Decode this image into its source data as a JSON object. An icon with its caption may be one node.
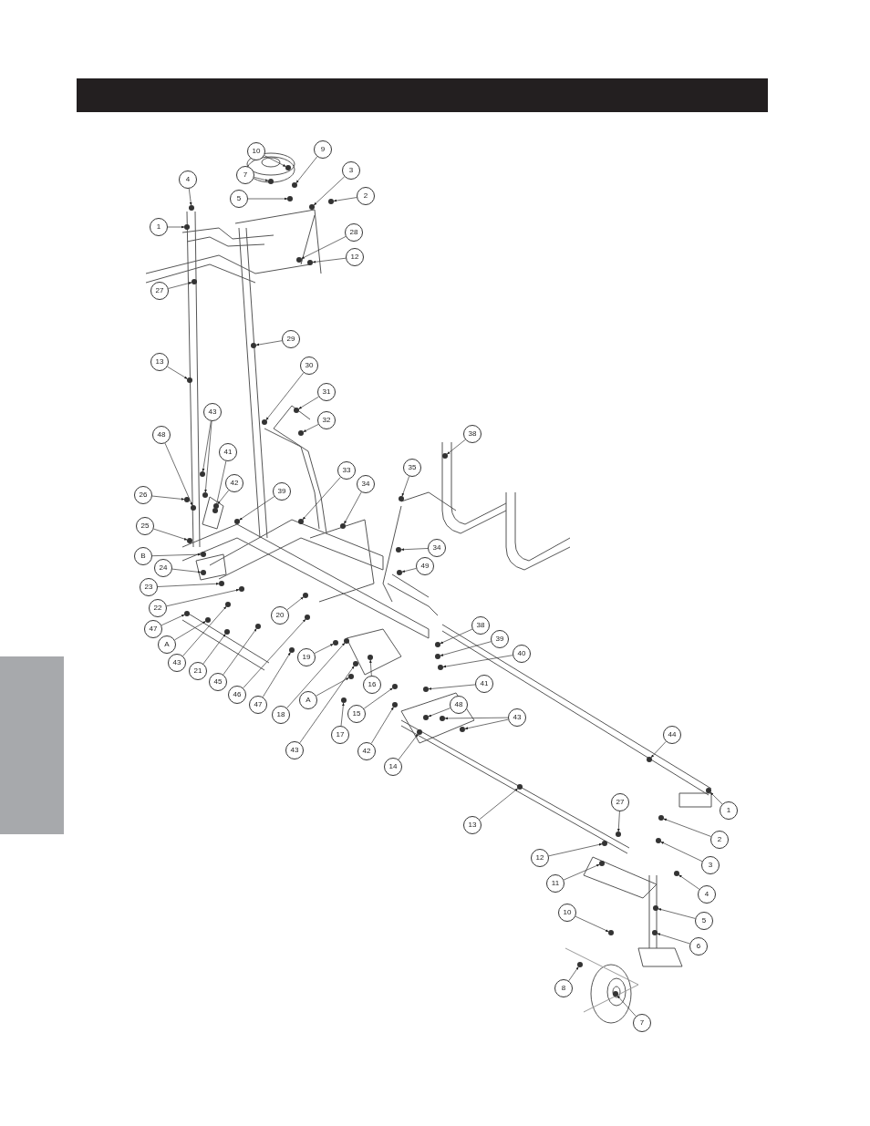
{
  "diagram": {
    "nodes": [
      {
        "text": [
          "10"
        ]
      },
      {
        "text": [
          "9"
        ]
      },
      {
        "text": [
          "7"
        ]
      },
      {
        "text": [
          "3"
        ]
      },
      {
        "text": [
          "5"
        ]
      },
      {
        "text": [
          "2"
        ]
      },
      {
        "text": [
          "4"
        ]
      },
      {
        "text": [
          "1"
        ]
      },
      {
        "text": [
          "28"
        ]
      },
      {
        "text": [
          "12"
        ]
      },
      {
        "text": [
          "27"
        ]
      },
      {
        "text": [
          "29"
        ]
      },
      {
        "text": [
          "13"
        ]
      },
      {
        "text": [
          "30"
        ]
      },
      {
        "text": [
          "31"
        ]
      },
      {
        "text": [
          "32"
        ]
      },
      {
        "text": [
          "43"
        ]
      },
      {
        "text": [
          "48"
        ]
      },
      {
        "text": [
          "41"
        ]
      },
      {
        "text": [
          "26"
        ]
      },
      {
        "text": [
          "42"
        ]
      },
      {
        "text": [
          "39"
        ]
      },
      {
        "text": [
          "33"
        ]
      },
      {
        "text": [
          "34"
        ]
      },
      {
        "text": [
          "35"
        ]
      },
      {
        "text": [
          "38"
        ]
      },
      {
        "text": [
          "25"
        ]
      },
      {
        "text": [
          "B"
        ]
      },
      {
        "text": [
          "34"
        ]
      },
      {
        "text": [
          "24"
        ]
      },
      {
        "text": [
          "49"
        ]
      },
      {
        "text": [
          "23"
        ]
      },
      {
        "text": [
          "22"
        ]
      },
      {
        "text": [
          "20"
        ]
      },
      {
        "text": [
          "47"
        ]
      },
      {
        "text": [
          "38"
        ]
      },
      {
        "text": [
          "39"
        ]
      },
      {
        "text": [
          "A"
        ]
      },
      {
        "text": [
          "40"
        ]
      },
      {
        "text": [
          "19"
        ]
      },
      {
        "text": [
          "43"
        ]
      },
      {
        "text": [
          "21"
        ]
      },
      {
        "text": [
          "45"
        ]
      },
      {
        "text": [
          "41"
        ]
      },
      {
        "text": [
          "16"
        ]
      },
      {
        "text": [
          "46"
        ]
      },
      {
        "text": [
          "A"
        ]
      },
      {
        "text": [
          "47"
        ]
      },
      {
        "text": [
          "48"
        ]
      },
      {
        "text": [
          "15"
        ]
      },
      {
        "text": [
          "18"
        ]
      },
      {
        "text": [
          "43"
        ]
      },
      {
        "text": [
          "17"
        ]
      },
      {
        "text": [
          "43"
        ]
      },
      {
        "text": [
          "42"
        ]
      },
      {
        "text": [
          "44"
        ]
      },
      {
        "text": [
          "14"
        ]
      },
      {
        "text": [
          "27"
        ]
      },
      {
        "text": [
          "1"
        ]
      },
      {
        "text": [
          "13"
        ]
      },
      {
        "text": [
          "2"
        ]
      },
      {
        "text": [
          "12"
        ]
      },
      {
        "text": [
          "3"
        ]
      },
      {
        "text": [
          "11"
        ]
      },
      {
        "text": [
          "4"
        ]
      },
      {
        "text": [
          "10"
        ]
      },
      {
        "text": [
          "5"
        ]
      },
      {
        "text": [
          "6"
        ]
      },
      {
        "text": [
          "8"
        ]
      },
      {
        "text": [
          "7"
        ]
      },
      {
        "text": [],
        "shape": "circle"
      },
      {
        "text": [],
        "shape": "circle"
      },
      {
        "text": [],
        "shape": "circle"
      },
      {
        "text": [],
        "shape": "circle"
      },
      {
        "text": [],
        "shape": "circle"
      },
      {
        "text": [],
        "shape": "circle"
      },
      {
        "text": [],
        "shape": "circle"
      },
      {
        "text": [],
        "shape": "circle"
      },
      {
        "text": [],
        "shape": "circle"
      },
      {
        "text": [],
        "shape": "circle"
      },
      {
        "text": [],
        "shape": "circle"
      },
      {
        "text": [],
        "shape": "circle"
      },
      {
        "text": [],
        "shape": "circle"
      },
      {
        "text": [],
        "shape": "circle"
      },
      {
        "text": [],
        "shape": "circle"
      },
      {
        "text": [],
        "shape": "circle"
      },
      {
        "text": [],
        "shape": "circle"
      },
      {
        "text": [],
        "shape": "circle"
      },
      {
        "text": [],
        "shape": "circle"
      },
      {
        "text": [],
        "shape": "circle"
      },
      {
        "text": [],
        "shape": "circle"
      },
      {
        "text": [],
        "shape": "circle"
      },
      {
        "text": [],
        "shape": "circle"
      },
      {
        "text": [],
        "shape": "circle"
      },
      {
        "text": [],
        "shape": "circle"
      },
      {
        "text": [],
        "shape": "circle"
      },
      {
        "text": [],
        "shape": "circle"
      },
      {
        "text": [],
        "shape": "circle"
      },
      {
        "text": [],
        "shape": "circle"
      },
      {
        "text": [],
        "shape": "circle"
      },
      {
        "text": [],
        "shape": "circle"
      },
      {
        "text": [],
        "shape": "circle"
      },
      {
        "text": [],
        "shape": "circle"
      },
      {
        "text": [],
        "shape": "circle"
      },
      {
        "text": [],
        "shape": "circle"
      },
      {
        "text": [],
        "shape": "circle"
      },
      {
        "text": [],
        "shape": "circle"
      },
      {
        "text": [],
        "shape": "circle"
      },
      {
        "text": [],
        "shape": "circle"
      },
      {
        "text": [],
        "shape": "circle"
      },
      {
        "text": [],
        "shape": "circle"
      },
      {
        "text": [],
        "shape": "circle"
      },
      {
        "text": [],
        "shape": "circle"
      },
      {
        "text": [],
        "shape": "circle"
      },
      {
        "text": [],
        "shape": "circle"
      },
      {
        "text": [],
        "shape": "circle"
      },
      {
        "text": [],
        "shape": "circle"
      },
      {
        "text": [],
        "shape": "circle"
      },
      {
        "text": [],
        "shape": "circle"
      },
      {
        "text": [],
        "shape": "circle"
      },
      {
        "text": [],
        "shape": "circle"
      },
      {
        "text": [],
        "shape": "circle"
      },
      {
        "text": [],
        "shape": "circle"
      },
      {
        "text": [],
        "shape": "circle"
      },
      {
        "text": [],
        "shape": "circle"
      },
      {
        "text": [],
        "shape": "circle"
      },
      {
        "text": [],
        "shape": "circle"
      },
      {
        "text": [],
        "shape": "circle"
      },
      {
        "text": [],
        "shape": "circle"
      },
      {
        "text": [],
        "shape": "circle"
      },
      {
        "text": [],
        "shape": "circle"
      },
      {
        "text": [],
        "shape": "circle"
      },
      {
        "text": [],
        "shape": "circle"
      },
      {
        "text": [],
        "shape": "circle"
      },
      {
        "text": [],
        "shape": "circle"
      },
      {
        "text": [],
        "shape": "circle"
      },
      {
        "text": [],
        "shape": "circle"
      },
      {
        "text": [],
        "shape": "circle"
      },
      {
        "text": [],
        "shape": "circle"
      },
      {
        "text": [],
        "shape": "circle"
      },
      {
        "text": [],
        "shape": "circle"
      },
      {
        "text": [],
        "shape": "circle"
      },
      {
        "text": [],
        "shape": "box"
      }
    ],
    "edges": [
      {
        "from": 0,
        "to": 70,
        "arrow": "to"
      },
      {
        "from": 1,
        "to": 71,
        "arrow": "to"
      },
      {
        "from": 2,
        "to": 72,
        "arrow": "to"
      },
      {
        "from": 3,
        "to": 73,
        "arrow": "to"
      },
      {
        "from": 4,
        "to": 74,
        "arrow": "to"
      },
      {
        "from": 5,
        "to": 75,
        "arrow": "to"
      },
      {
        "from": 6,
        "to": 76,
        "arrow": "to"
      },
      {
        "from": 7,
        "to": 77,
        "arrow": "to"
      },
      {
        "from": 8,
        "to": 78,
        "arrow": "to"
      },
      {
        "from": 9,
        "to": 79,
        "arrow": "to"
      },
      {
        "from": 10,
        "to": 80,
        "arrow": "to"
      },
      {
        "from": 11,
        "to": 81,
        "arrow": "to"
      },
      {
        "from": 12,
        "to": 82,
        "arrow": "to"
      },
      {
        "from": 13,
        "to": 83,
        "arrow": "to"
      },
      {
        "from": 14,
        "to": 84,
        "arrow": "to"
      },
      {
        "from": 15,
        "to": 85,
        "arrow": "to"
      },
      {
        "from": 16,
        "to": 86,
        "arrow": "to"
      },
      {
        "from": 16,
        "to": 87,
        "arrow": "to"
      },
      {
        "from": 17,
        "to": 88,
        "arrow": "to"
      },
      {
        "from": 18,
        "to": 89,
        "arrow": "to"
      },
      {
        "from": 19,
        "to": 90,
        "arrow": "to"
      },
      {
        "from": 20,
        "to": 91,
        "arrow": "to"
      },
      {
        "from": 21,
        "to": 92,
        "arrow": "to"
      },
      {
        "from": 22,
        "to": 93,
        "arrow": "to"
      },
      {
        "from": 23,
        "to": 94,
        "arrow": "to"
      },
      {
        "from": 24,
        "to": 95,
        "arrow": "to"
      },
      {
        "from": 25,
        "to": 96,
        "arrow": "to"
      },
      {
        "from": 26,
        "to": 97,
        "arrow": "to"
      },
      {
        "from": 27,
        "to": 98,
        "arrow": "to"
      },
      {
        "from": 28,
        "to": 99,
        "arrow": "to"
      },
      {
        "from": 29,
        "to": 100,
        "arrow": "to"
      },
      {
        "from": 30,
        "to": 101,
        "arrow": "to"
      },
      {
        "from": 31,
        "to": 102,
        "arrow": "to"
      },
      {
        "from": 32,
        "to": 103,
        "arrow": "to"
      },
      {
        "from": 33,
        "to": 104,
        "arrow": "to"
      },
      {
        "from": 34,
        "to": 105,
        "arrow": "to"
      },
      {
        "from": 35,
        "to": 106,
        "arrow": "to"
      },
      {
        "from": 36,
        "to": 107,
        "arrow": "to"
      },
      {
        "from": 37,
        "to": 108,
        "arrow": "to"
      },
      {
        "from": 38,
        "to": 109,
        "arrow": "to"
      },
      {
        "from": 39,
        "to": 110,
        "arrow": "to"
      },
      {
        "from": 40,
        "to": 111,
        "arrow": "to"
      },
      {
        "from": 41,
        "to": 112,
        "arrow": "to"
      },
      {
        "from": 42,
        "to": 113,
        "arrow": "to"
      },
      {
        "from": 43,
        "to": 114,
        "arrow": "to"
      },
      {
        "from": 44,
        "to": 115,
        "arrow": "to"
      },
      {
        "from": 45,
        "to": 116,
        "arrow": "to"
      },
      {
        "from": 46,
        "to": 117,
        "arrow": "to"
      },
      {
        "from": 47,
        "to": 118,
        "arrow": "to"
      },
      {
        "from": 48,
        "to": 119,
        "arrow": "to"
      },
      {
        "from": 49,
        "to": 120,
        "arrow": "to"
      },
      {
        "from": 50,
        "to": 121,
        "arrow": "to"
      },
      {
        "from": 51,
        "to": 122,
        "arrow": "to"
      },
      {
        "from": 51,
        "to": 123,
        "arrow": "to"
      },
      {
        "from": 52,
        "to": 124,
        "arrow": "to"
      },
      {
        "from": 53,
        "to": 125,
        "arrow": "to"
      },
      {
        "from": 54,
        "to": 126,
        "arrow": "to"
      },
      {
        "from": 55,
        "to": 127,
        "arrow": "to"
      },
      {
        "from": 56,
        "to": 128,
        "arrow": "to"
      },
      {
        "from": 57,
        "to": 129,
        "arrow": "to"
      },
      {
        "from": 58,
        "to": 130,
        "arrow": "to"
      },
      {
        "from": 59,
        "to": 131,
        "arrow": "to"
      },
      {
        "from": 60,
        "to": 132,
        "arrow": "to"
      },
      {
        "from": 61,
        "to": 133,
        "arrow": "to"
      },
      {
        "from": 62,
        "to": 134,
        "arrow": "to"
      },
      {
        "from": 63,
        "to": 135,
        "arrow": "to"
      },
      {
        "from": 64,
        "to": 136,
        "arrow": "to"
      },
      {
        "from": 65,
        "to": 137,
        "arrow": "to"
      },
      {
        "from": 66,
        "to": 138,
        "arrow": "to"
      },
      {
        "from": 67,
        "to": 139,
        "arrow": "to"
      },
      {
        "from": 68,
        "to": 140,
        "arrow": "to"
      },
      {
        "from": 69,
        "to": 141,
        "arrow": "to"
      }
    ]
  }
}
